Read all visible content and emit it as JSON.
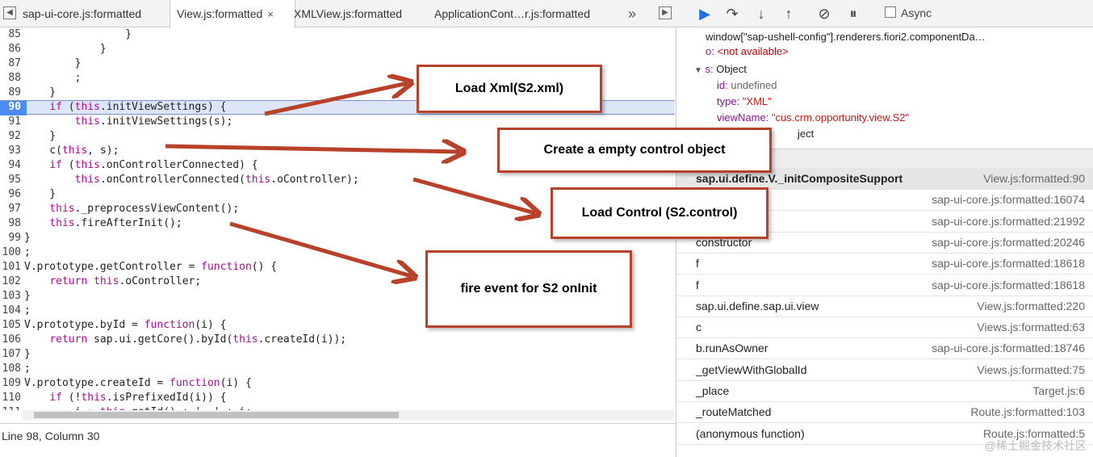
{
  "tabs": [
    {
      "label": "sap-ui-core.js:formatted",
      "active": false
    },
    {
      "label": "View.js:formatted",
      "active": true,
      "close": "×"
    },
    {
      "label": "XMLView.js:formatted",
      "active": false
    },
    {
      "label": "ApplicationCont…r.js:formatted",
      "active": false
    }
  ],
  "overflow_glyph": "»",
  "code_lines": [
    {
      "n": "85",
      "t": "                }"
    },
    {
      "n": "86",
      "t": "            }"
    },
    {
      "n": "87",
      "t": "        }"
    },
    {
      "n": "88",
      "t": "        ;"
    },
    {
      "n": "89",
      "t": "    }"
    },
    {
      "n": "90",
      "t": "    if (this.initViewSettings) {",
      "highlight": true
    },
    {
      "n": "91",
      "t": "        this.initViewSettings(s);"
    },
    {
      "n": "92",
      "t": "    }"
    },
    {
      "n": "93",
      "t": "    c(this, s);"
    },
    {
      "n": "94",
      "t": "    if (this.onControllerConnected) {"
    },
    {
      "n": "95",
      "t": "        this.onControllerConnected(this.oController);"
    },
    {
      "n": "96",
      "t": "    }"
    },
    {
      "n": "97",
      "t": "    this._preprocessViewContent();"
    },
    {
      "n": "98",
      "t": "    this.fireAfterInit();"
    },
    {
      "n": "99",
      "t": "}"
    },
    {
      "n": "100",
      "t": ";"
    },
    {
      "n": "101",
      "t": "V.prototype.getController = function() {"
    },
    {
      "n": "102",
      "t": "    return this.oController;"
    },
    {
      "n": "103",
      "t": "}"
    },
    {
      "n": "104",
      "t": ";"
    },
    {
      "n": "105",
      "t": "V.prototype.byId = function(i) {"
    },
    {
      "n": "106",
      "t": "    return sap.ui.getCore().byId(this.createId(i));"
    },
    {
      "n": "107",
      "t": "}"
    },
    {
      "n": "108",
      "t": ";"
    },
    {
      "n": "109",
      "t": "V.prototype.createId = function(i) {"
    },
    {
      "n": "110",
      "t": "    if (!this.isPrefixedId(i)) {"
    },
    {
      "n": "111",
      "t": "        i = this.getId() + '--' + i;"
    },
    {
      "n": "112",
      "t": ""
    }
  ],
  "status_text": "Line 98, Column 30",
  "debugger": {
    "async_label": "Async"
  },
  "scope": {
    "watch_expr": "window[\"sap-ushell-config\"].renderers.fiori2.componentDa…",
    "o_key": "o:",
    "o_val": "<not available>",
    "s_key": "s:",
    "s_type": "Object",
    "id_key": "id:",
    "id_val": "undefined",
    "type_key": "type:",
    "type_val": "\"XML\"",
    "viewName_key": "viewName:",
    "viewName_val": "\"cus.crm.opportunity.view.S2\"",
    "proto_tail": "ject"
  },
  "call_stack": [
    {
      "fn": "sap.ui.define.V._initCompositeSupport",
      "loc": "View.js:formatted:90",
      "selected": true
    },
    {
      "fn": "",
      "loc": "sap-ui-core.js:formatted:16074"
    },
    {
      "fn": "",
      "loc": "sap-ui-core.js:formatted:21992"
    },
    {
      "fn": "constructor",
      "loc": "sap-ui-core.js:formatted:20246"
    },
    {
      "fn": "f",
      "loc": "sap-ui-core.js:formatted:18618"
    },
    {
      "fn": "f",
      "loc": "sap-ui-core.js:formatted:18618"
    },
    {
      "fn": "sap.ui.define.sap.ui.view",
      "loc": "View.js:formatted:220"
    },
    {
      "fn": "c",
      "loc": "Views.js:formatted:63"
    },
    {
      "fn": "b.runAsOwner",
      "loc": "sap-ui-core.js:formatted:18746"
    },
    {
      "fn": "_getViewWithGlobalId",
      "loc": "Views.js:formatted:75"
    },
    {
      "fn": "_place",
      "loc": "Target.js:6"
    },
    {
      "fn": "_routeMatched",
      "loc": "Route.js:formatted:103"
    },
    {
      "fn": "(anonymous function)",
      "loc": "Route.js:formatted:5"
    }
  ],
  "annotations": {
    "load_xml": "Load Xml(S2.xml)",
    "create_control": "Create a empty control object",
    "load_control": "Load Control (S2.control)",
    "fire_event": "fire event for S2 onInit"
  },
  "watermark": "@稀土掘金技术社区",
  "colors": {
    "arrow": "#b8412a",
    "highlight": "#dde6f9",
    "breakpoint": "#4c8bf5"
  }
}
